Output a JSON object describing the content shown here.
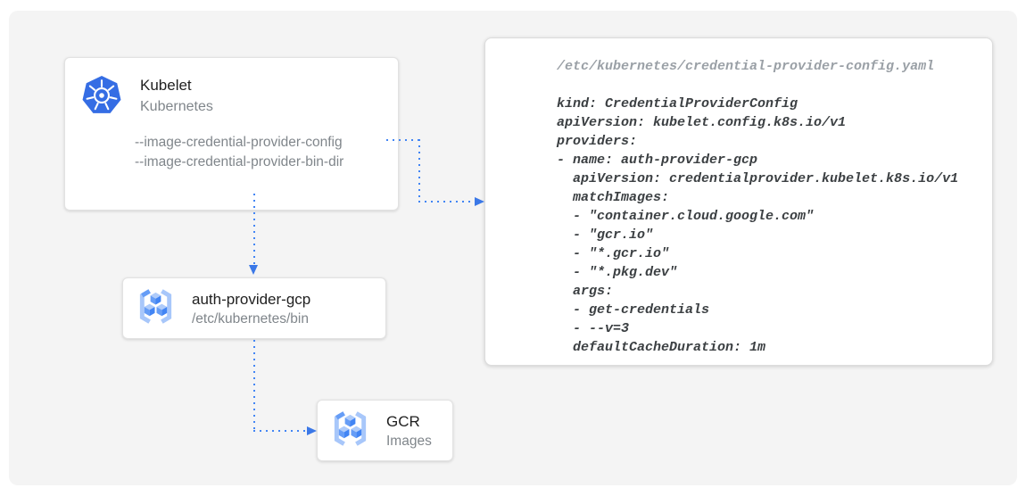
{
  "nodes": {
    "kubelet": {
      "title": "Kubelet",
      "subtitle": "Kubernetes",
      "icon": "kubernetes-logo",
      "flags": [
        "--image-credential-provider-config",
        "--image-credential-provider-bin-dir"
      ]
    },
    "auth_provider": {
      "title": "auth-provider-gcp",
      "subtitle": "/etc/kubernetes/bin",
      "icon": "container-registry"
    },
    "gcr": {
      "title": "GCR",
      "subtitle": "Images",
      "icon": "container-registry"
    }
  },
  "code_panel": {
    "filename": "/etc/kubernetes/credential-provider-config.yaml",
    "lines": [
      "kind: CredentialProviderConfig",
      "apiVersion: kubelet.config.k8s.io/v1",
      "providers:",
      "- name: auth-provider-gcp",
      "  apiVersion: credentialprovider.kubelet.k8s.io/v1",
      "  matchImages:",
      "  - \"container.cloud.google.com\"",
      "  - \"gcr.io\"",
      "  - \"*.gcr.io\"",
      "  - \"*.pkg.dev\"",
      "  args:",
      "  - get-credentials",
      "  - --v=3",
      "  defaultCacheDuration: 1m"
    ]
  },
  "connections": [
    {
      "from": "--image-credential-provider-config",
      "to": "credential-provider-config.yaml"
    },
    {
      "from": "Kubelet",
      "to": "auth-provider-gcp"
    },
    {
      "from": "auth-provider-gcp",
      "to": "GCR"
    }
  ],
  "colors": {
    "arrow": "#4285f4",
    "arrowhead": "#3b78e7",
    "kubernetes_blue": "#326ce5",
    "cube_light": "#aecbfa",
    "cube_mid": "#669df6",
    "cube_dark": "#4285f4",
    "board_bg": "#f4f4f4",
    "card_bg": "#ffffff",
    "text_primary": "#212121",
    "text_secondary": "#80868b",
    "code_text": "#3c4043",
    "code_filename": "#9aa0a6"
  }
}
